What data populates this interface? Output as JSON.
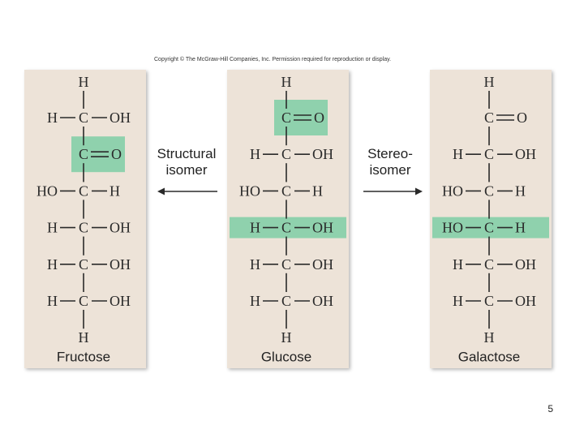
{
  "copyright": "Copyright © The McGraw-Hill Companies, Inc. Permission required for reproduction or display.",
  "colors": {
    "panel_bg": "#ede3d8",
    "highlight": "#8fd1ad"
  },
  "labels": {
    "structural": [
      "Structural",
      "isomer"
    ],
    "stereo": [
      "Stereo-",
      "isomer"
    ]
  },
  "molecules": [
    {
      "id": "fructose",
      "name": "Fructose",
      "top": "H",
      "bottom": "H",
      "rows": [
        {
          "left": "H",
          "center": "C",
          "right": "OH",
          "type": "normal"
        },
        {
          "center": "C",
          "right": "O",
          "type": "carbonyl",
          "highlight": true
        },
        {
          "left": "HO",
          "center": "C",
          "right": "H",
          "type": "normal"
        },
        {
          "left": "H",
          "center": "C",
          "right": "OH",
          "type": "normal"
        },
        {
          "left": "H",
          "center": "C",
          "right": "OH",
          "type": "normal"
        },
        {
          "left": "H",
          "center": "C",
          "right": "OH",
          "type": "normal"
        }
      ]
    },
    {
      "id": "glucose",
      "name": "Glucose",
      "top": "H",
      "bottom": "H",
      "rows": [
        {
          "center": "C",
          "right": "O",
          "type": "carbonyl",
          "highlight": true
        },
        {
          "left": "H",
          "center": "C",
          "right": "OH",
          "type": "normal"
        },
        {
          "left": "HO",
          "center": "C",
          "right": "H",
          "type": "normal"
        },
        {
          "left": "H",
          "center": "C",
          "right": "OH",
          "type": "normal",
          "highlight": true
        },
        {
          "left": "H",
          "center": "C",
          "right": "OH",
          "type": "normal"
        },
        {
          "left": "H",
          "center": "C",
          "right": "OH",
          "type": "normal"
        }
      ]
    },
    {
      "id": "galactose",
      "name": "Galactose",
      "top": "H",
      "bottom": "H",
      "rows": [
        {
          "center": "C",
          "right": "O",
          "type": "carbonyl"
        },
        {
          "left": "H",
          "center": "C",
          "right": "OH",
          "type": "normal"
        },
        {
          "left": "HO",
          "center": "C",
          "right": "H",
          "type": "normal"
        },
        {
          "left": "HO",
          "center": "C",
          "right": "H",
          "type": "normal",
          "highlight": true
        },
        {
          "left": "H",
          "center": "C",
          "right": "OH",
          "type": "normal"
        },
        {
          "left": "H",
          "center": "C",
          "right": "OH",
          "type": "normal"
        }
      ]
    }
  ],
  "page_number": "5"
}
